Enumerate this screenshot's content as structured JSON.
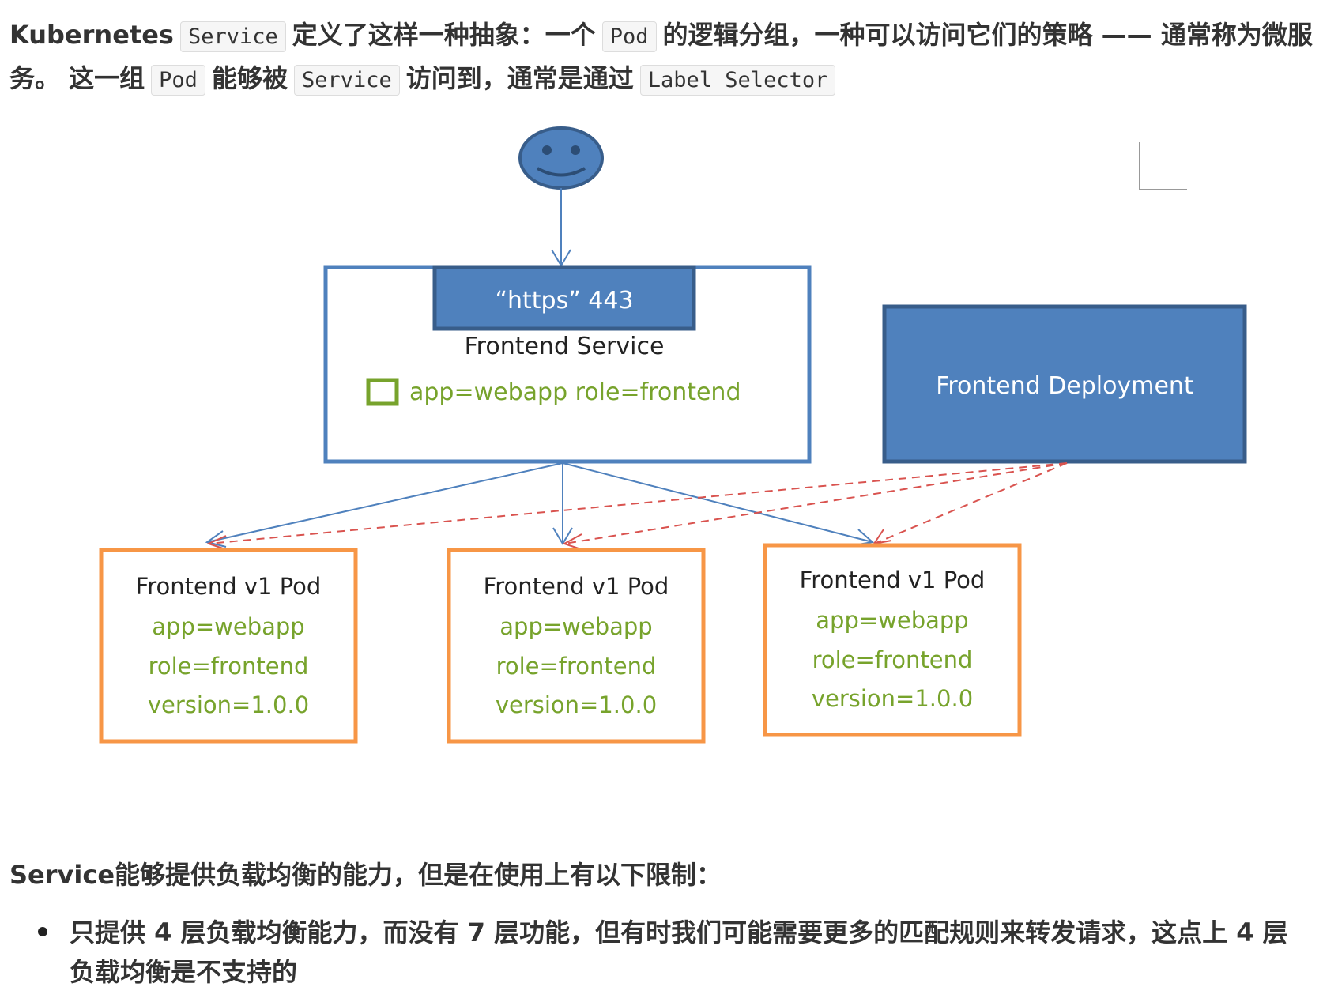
{
  "intro": {
    "t1": "Kubernetes",
    "c1": "Service",
    "t2": "定义了这样一种抽象：一个",
    "c2": "Pod",
    "t3": "的逻辑分组，一种可以访问它们的策略 —— 通常称为微服务。 这一组",
    "c3": "Pod",
    "t4": "能够被",
    "c4": "Service",
    "t5": "访问到，通常是通过",
    "c5": "Label Selector"
  },
  "diagram": {
    "service": {
      "port_label": "“https” 443",
      "name": "Frontend Service",
      "selector": "app=webapp role=frontend"
    },
    "deployment": {
      "name": "Frontend Deployment"
    },
    "pods": [
      {
        "name": "Frontend v1 Pod",
        "label_app": "app=webapp",
        "label_role": "role=frontend",
        "label_version": "version=1.0.0"
      },
      {
        "name": "Frontend v1 Pod",
        "label_app": "app=webapp",
        "label_role": "role=frontend",
        "label_version": "version=1.0.0"
      },
      {
        "name": "Frontend v1 Pod",
        "label_app": "app=webapp",
        "label_role": "role=frontend",
        "label_version": "version=1.0.0"
      }
    ],
    "colors": {
      "blue": "#4f81bd",
      "blue_border": "#385d8a",
      "orange": "#f79646",
      "green": "#77a32c",
      "red_dashed": "#d9534f"
    },
    "icons": {
      "user": "user-smiley-icon",
      "selector": "label-selector-icon"
    }
  },
  "limits": {
    "heading": "Service能够提供负载均衡的能力，但是在使用上有以下限制：",
    "items": [
      "只提供 4 层负载均衡能力，而没有 7 层功能，但有时我们可能需要更多的匹配规则来转发请求，这点上 4 层负载均衡是不支持的"
    ]
  }
}
